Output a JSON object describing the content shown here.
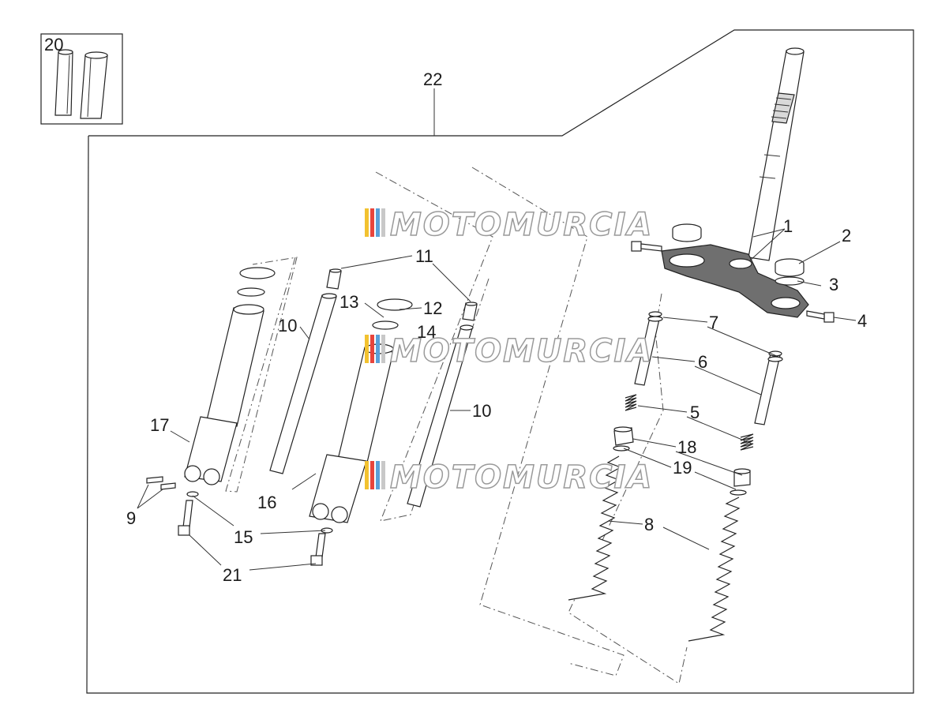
{
  "diagram": {
    "callouts": {
      "c1": "1",
      "c2": "2",
      "c3": "3",
      "c4": "4",
      "c5": "5",
      "c6": "6",
      "c7": "7",
      "c8": "8",
      "c9": "9",
      "c10a": "10",
      "c10b": "10",
      "c11": "11",
      "c12": "12",
      "c13": "13",
      "c14": "14",
      "c15": "15",
      "c16": "16",
      "c17": "17",
      "c18": "18",
      "c19": "19",
      "c20": "20",
      "c21": "21",
      "c22": "22"
    },
    "watermark": {
      "text": "MOTOMURCIA",
      "stripe_colors": [
        "#f2c230",
        "#e8453c",
        "#5aa0d8",
        "#c8c8c8"
      ]
    }
  }
}
